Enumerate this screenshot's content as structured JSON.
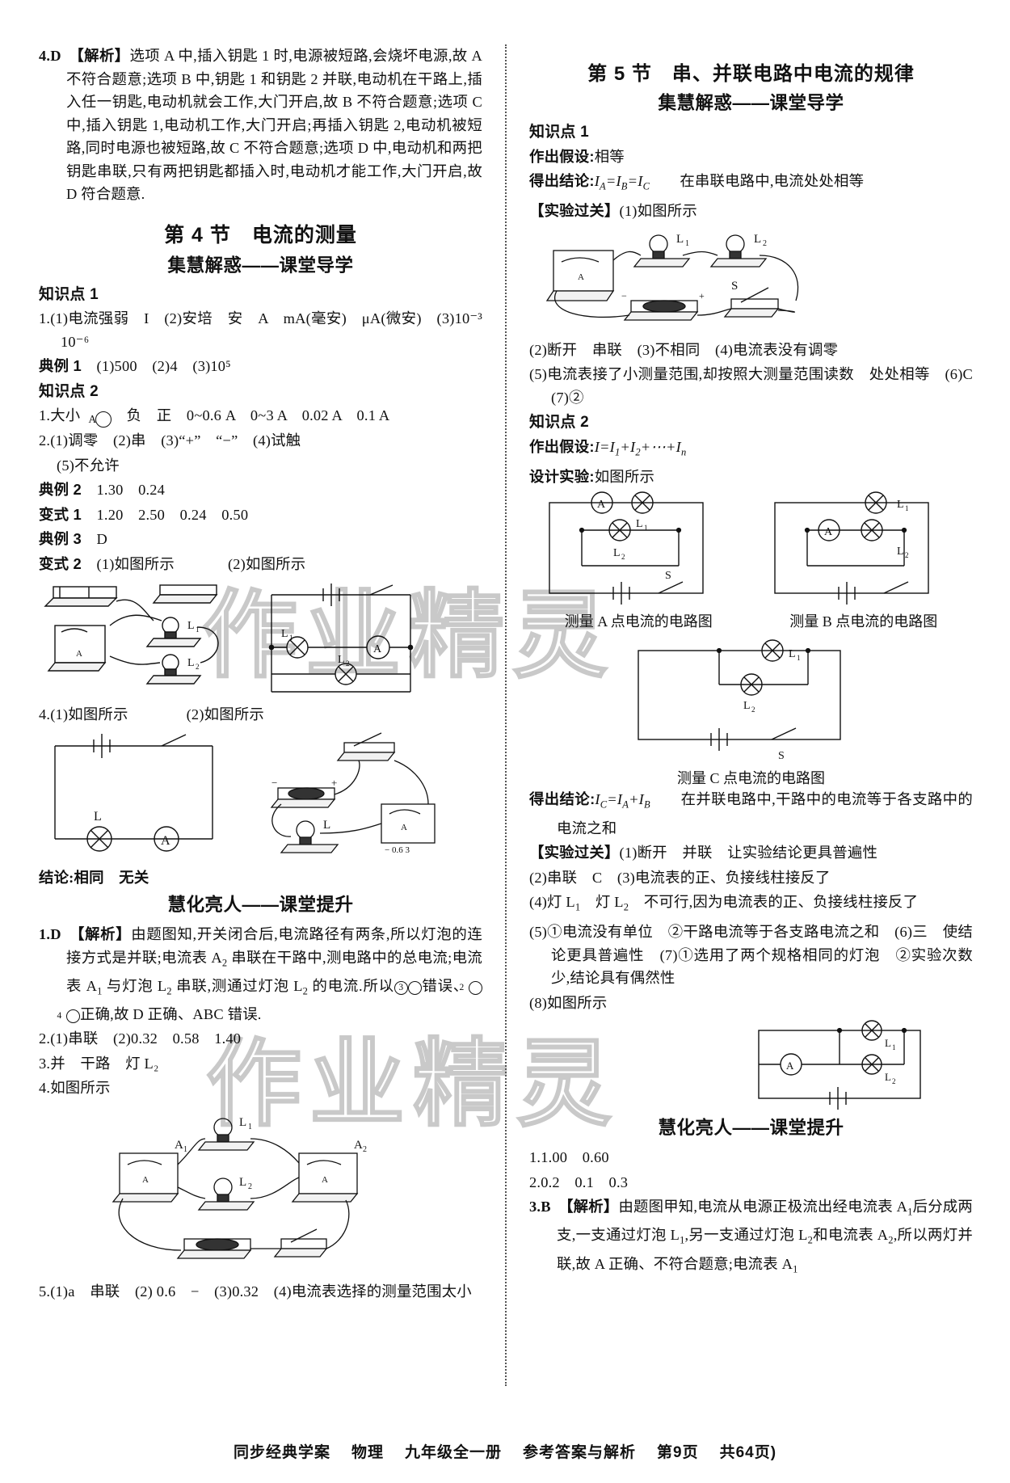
{
  "watermark": "作业精灵",
  "left_column": {
    "answer4": {
      "num": "4.D",
      "tag": "【解析】",
      "text": "选项 A 中,插入钥匙 1 时,电源被短路,会烧坏电源,故 A 不符合题意;选项 B 中,钥匙 1 和钥匙 2 并联,电动机在干路上,插入任一钥匙,电动机就会工作,大门开启,故 B 不符合题意;选项 C 中,插入钥匙 1,电动机工作,大门开启;再插入钥匙 2,电动机被短路,同时电源也被短路,故 C 不符合题意;选项 D 中,电动机和两把钥匙串联,只有两把钥匙都插入时,电动机才能工作,大门开启,故 D 符合题意."
    },
    "section_title": "第 4 节　电流的测量",
    "section_subtitle": "集慧解惑——课堂导学",
    "kp1_label": "知识点 1",
    "kp1_item1": "1.(1)电流强弱　I　(2)安培　安　A　mA(毫安)　μA(微安)　(3)10⁻³　10⁻⁶",
    "example1_label": "典例 1",
    "example1_text": "(1)500　(2)4　(3)10⁵",
    "kp2_label": "知识点 2",
    "kp2_item1_pre": "1.大小　",
    "kp2_item1_post": "　负　正　0~0.6 A　0~3 A　0.02 A　0.1 A",
    "kp2_item2": "2.(1)调零　(2)串　(3)“+”　“−”　(4)试触",
    "kp2_item2b": "(5)不允许",
    "example2_label": "典例 2",
    "example2_text": "1.30　0.24",
    "variant1_label": "变式 1",
    "variant1_text": "1.20　2.50　0.24　0.50",
    "example3_label": "典例 3",
    "example3_text": "D",
    "variant2_label": "变式 2",
    "variant2_a": "(1)如图所示",
    "variant2_b": "(2)如图所示",
    "item4_a": "4.(1)如图所示",
    "item4_b": "(2)如图所示",
    "conclusion": "结论:相同　无关",
    "section2_subtitle": "慧化亮人——课堂提升",
    "answer1": {
      "num": "1.D",
      "tag": "【解析】",
      "text_pre": "由题图知,开关闭合后,电流路径有两条,所以灯泡的连接方式是并联;电流表 A",
      "text_mid1": " 串联在干路中,测电路中的总电流;电流表 A",
      "text_mid2": " 与灯泡 L",
      "text_mid3": " 串联,测通过灯泡 L",
      "text_end": " 的电流.所以",
      "text_tail": "错误、",
      "text_tail2": "正确,故 D 正确、ABC 错误."
    },
    "answer2": "2.(1)串联　(2)0.32　0.58　1.40",
    "answer3": "3.并　干路　灯 L₂",
    "answer4b": "4.如图所示",
    "answer5": "5.(1)a　串联　(2) 0.6　−　(3)0.32　(4)电流表选择的测量范围太小",
    "labels": {
      "L": "L",
      "A": "A",
      "L1": "L₁",
      "L2": "L₂",
      "A1": "A₁",
      "A2": "A₂",
      "meter_scale": "0.6 3"
    }
  },
  "right_column": {
    "section_title": "第 5 节　串、并联电路中电流的规律",
    "section_subtitle": "集慧解惑——课堂导学",
    "kp1_label": "知识点 1",
    "hypothesis_label": "作出假设:",
    "hypothesis_value": "相等",
    "conclusion_label": "得出结论:",
    "conclusion_formula": "I_A = I_B = I_C",
    "conclusion_text": "在串联电路中,电流处处相等",
    "exp_label": "【实验过关】",
    "exp1": "(1)如图所示",
    "exp2": "(2)断开　串联　(3)不相同　(4)电流表没有调零",
    "exp3": "(5)电流表接了小测量范围,却按照大测量范围读数　处处相等　(6)C　(7)②",
    "kp2_label": "知识点 2",
    "kp2_hypothesis_label": "作出假设:",
    "kp2_hypothesis_formula": "I = I₁+I₂+⋯+Iₙ",
    "design_label": "设计实验:",
    "design_value": "如图所示",
    "fig_cap_a": "测量 A 点电流的电路图",
    "fig_cap_b": "测量 B 点电流的电路图",
    "fig_cap_c": "测量 C 点电流的电路图",
    "conclusion2_label": "得出结论:",
    "conclusion2_formula": "I_C = I_A + I_B",
    "conclusion2_text": "在并联电路中,干路中的电流等于各支路中的电流之和",
    "exp2_label": "【实验过关】",
    "exp2_1": "(1)断开　并联　让实验结论更具普遍性",
    "exp2_2": "(2)串联　C　(3)电流表的正、负接线柱接反了",
    "exp2_3_pre": "(4)灯 L",
    "exp2_3_mid": "　灯 L",
    "exp2_3_post": "　不可行,因为电流表的正、负接线柱接反了",
    "exp2_4": "(5)①电流没有单位　②干路电流等于各支路电流之和　(6)三　使结论更具普遍性　(7)①选用了两个规格相同的灯泡　②实验次数少,结论具有偶然性",
    "exp2_5": "(8)如图所示",
    "section2_subtitle": "慧化亮人——课堂提升",
    "answer1": "1.1.00　0.60",
    "answer2": "2.0.2　0.1　0.3",
    "answer3": {
      "num": "3.B",
      "tag": "【解析】",
      "text_pre": "由题图甲知,电流从电源正极流出经电流表 A",
      "text_1": "后分成两支,一支通过灯泡 L",
      "text_2": ",另一支通过灯泡 L",
      "text_3": "和电流表 A",
      "text_4": ",所以两灯并联,故 A 正确、不符合题意;电流表 A",
      "text_5": ""
    },
    "labels": {
      "L1": "L₁",
      "L2": "L₂",
      "S": "S",
      "A": "A"
    }
  },
  "footer": {
    "book": "同步经典学案",
    "subject": "物理",
    "grade": "九年级全一册",
    "part": "参考答案与解析",
    "page": "第9页",
    "total": "共64页)"
  }
}
